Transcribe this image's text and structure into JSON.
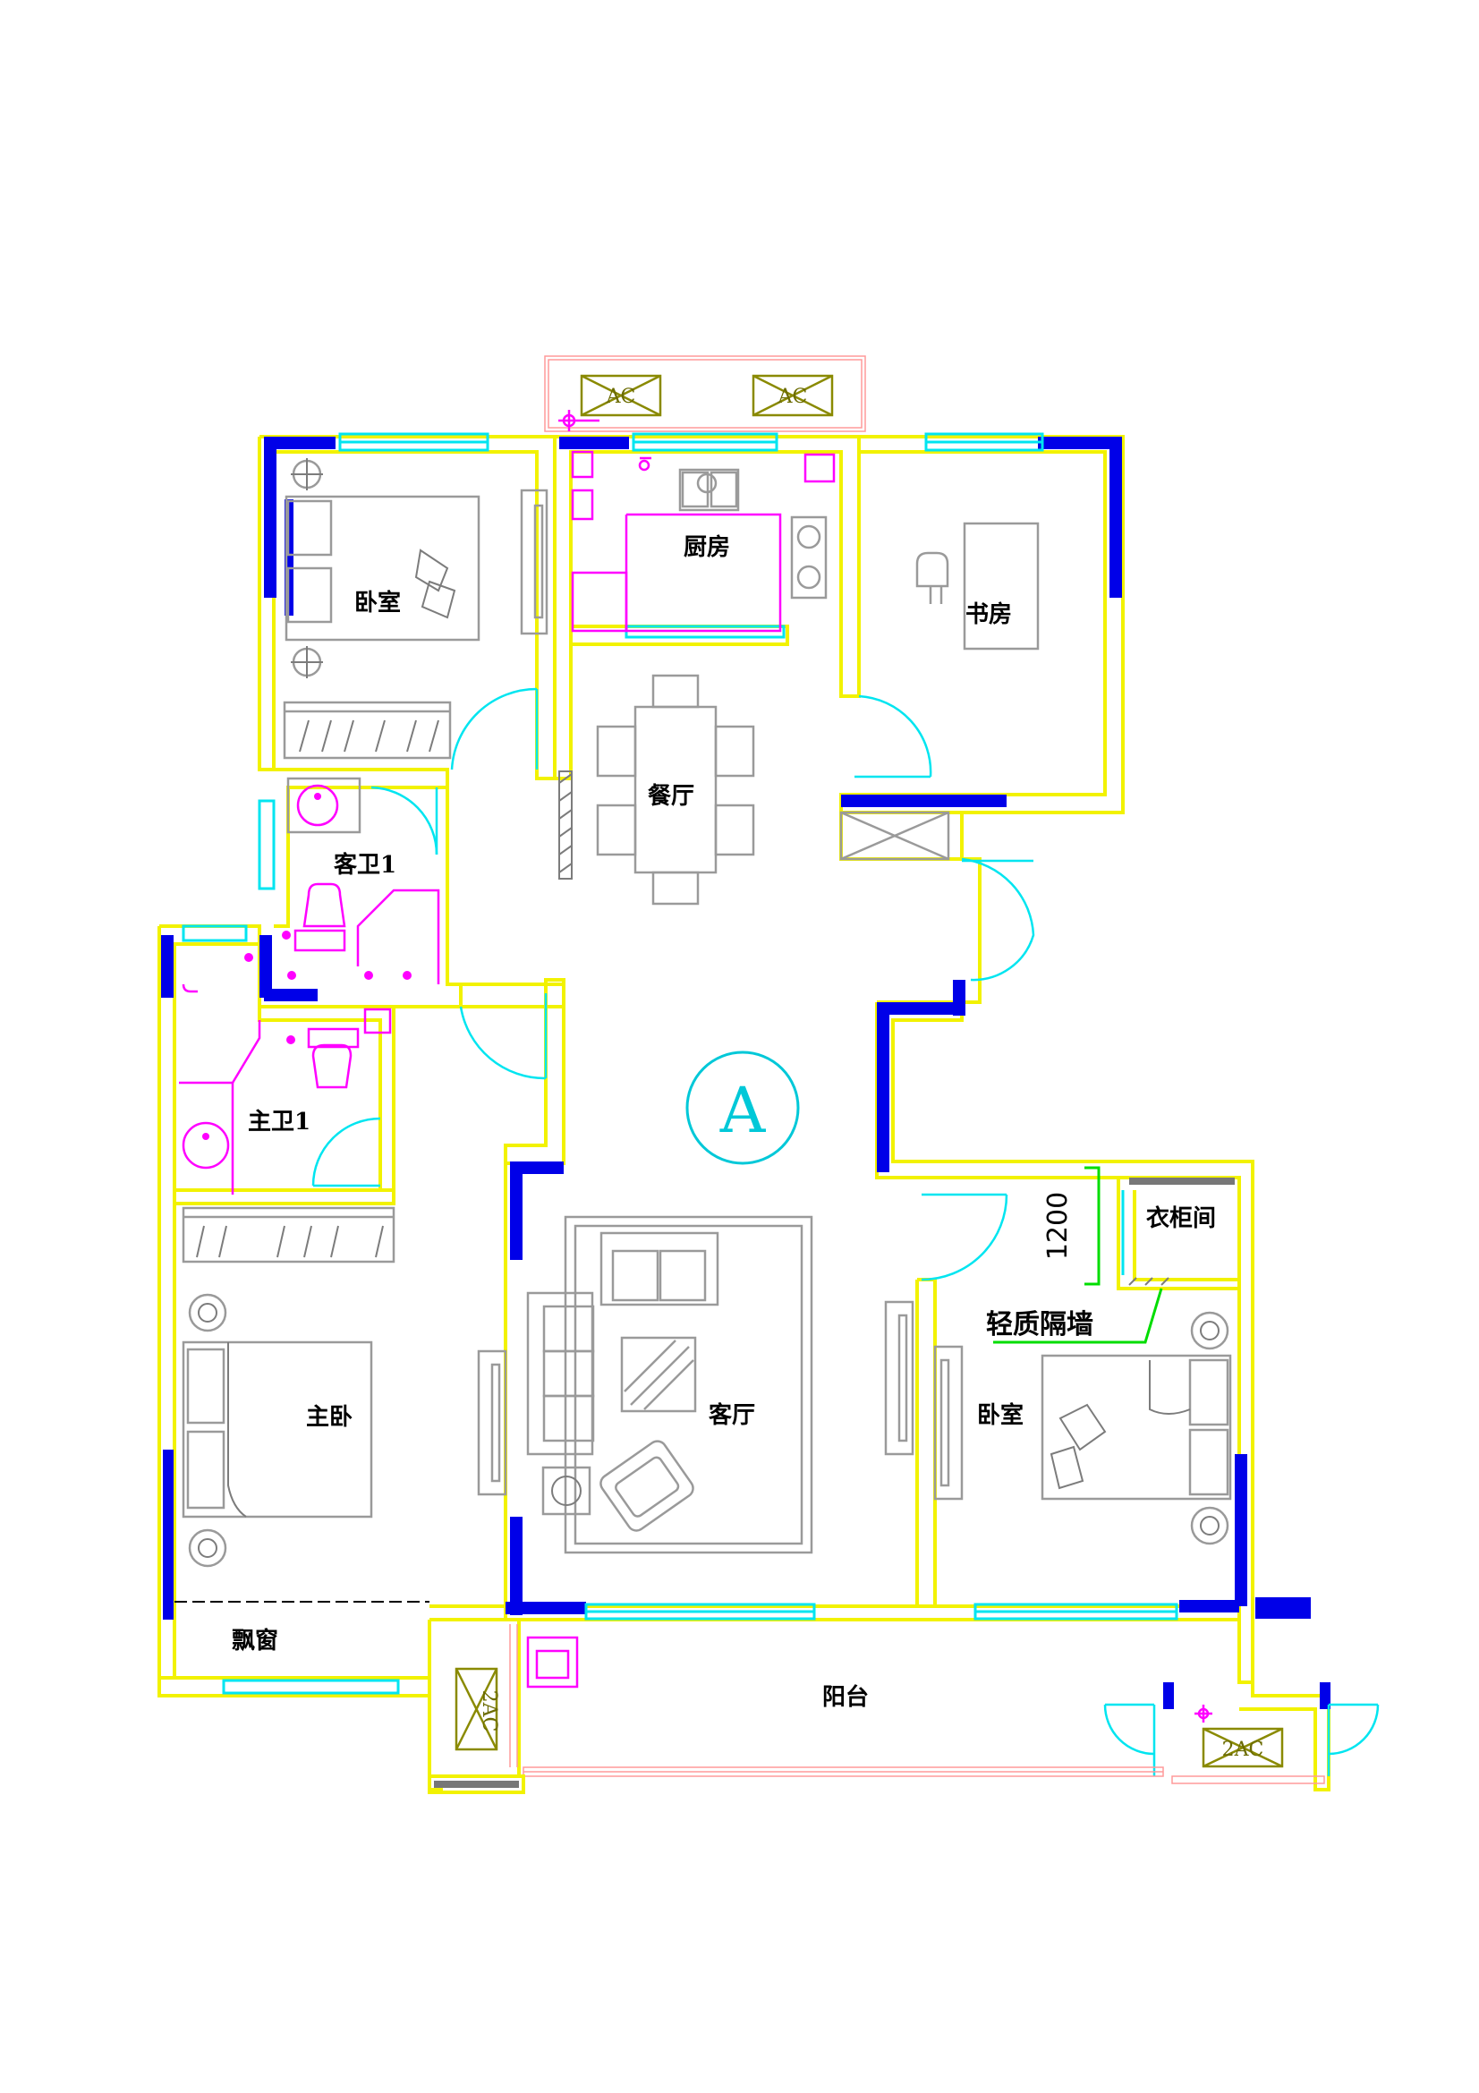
{
  "rooms": {
    "bedroom_nw": "卧室",
    "kitchen": "厨房",
    "study": "书房",
    "dining": "餐厅",
    "guest_bath": "客卫1",
    "master_bath": "主卫1",
    "master_bed": "主卧",
    "living": "客厅",
    "bedroom_se": "卧室",
    "closet": "衣柜间",
    "bay_window": "飘窗",
    "balcony": "阳台"
  },
  "annotations": {
    "unit_axis": "A",
    "partition_note": "轻质隔墙",
    "dimension": "1200"
  },
  "ac_units": {
    "north_left": "AC",
    "north_right": "AC",
    "south_left": "2AC",
    "south_right": "2AC"
  },
  "colors": {
    "wall": "#f2f200",
    "column": "#0000e8",
    "window": "#00e5f0",
    "furniture": "#9a9a9a",
    "fixtures": "#ff00ff",
    "annotation": "#00dd00"
  }
}
